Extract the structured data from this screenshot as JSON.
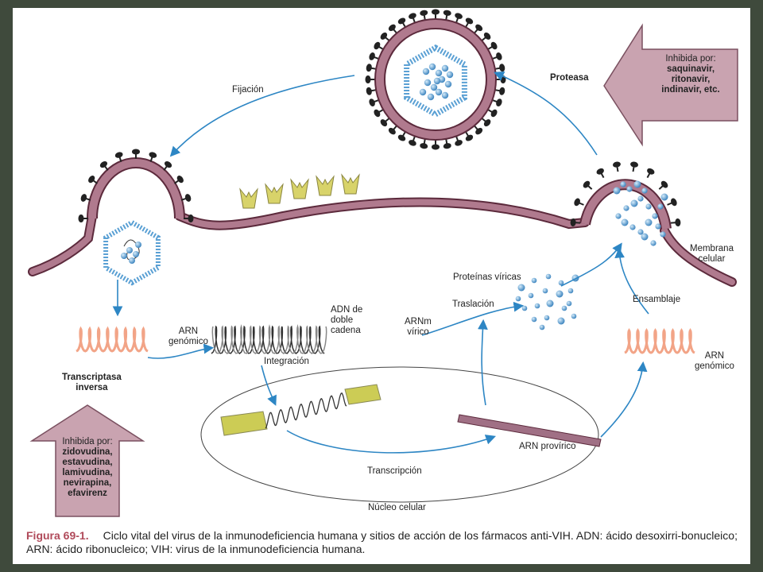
{
  "labels": {
    "fijacion": "Fijación",
    "proteasa": "Proteasa",
    "arn_genomico_left": "ARN\ngenómico",
    "adn_doble": "ADN de\ndoble\ncadena",
    "integracion": "Integración",
    "transcriptasa": "Transcriptasa\ninversa",
    "transcripcion": "Transcripción",
    "nucleo": "Núcleo celular",
    "arn_proviral": "ARN provírico",
    "arnm": "ARNm\nvírico",
    "traslacion": "Traslación",
    "proteinas": "Proteínas víricas",
    "ensamblaje": "Ensamblaje",
    "arn_genomico_right": "ARN\ngenómico",
    "membrana": "Membrana\ncelular"
  },
  "inhibitors": {
    "protease": {
      "title": "Inhibida por:",
      "drugs": "saquinavir,\nritonavir,\nindinavir, etc."
    },
    "rt": {
      "title": "Inhibida por:",
      "drugs": "zidovudina,\nestavudina,\nlamivudina,\nnevirapina,\nefavirenz"
    }
  },
  "caption": {
    "figure": "Figura 69-1.",
    "text": "Ciclo vital del virus de la inmunodeficiencia humana y sitios de acción de los fármacos anti-VIH. ADN: ácido desoxirri-bonucleico; ARN: ácido ribonucleico; VIH: virus de la inmunodeficiencia humana."
  },
  "colors": {
    "membrane": "#b07a8e",
    "membrane_dark": "#5c2a3c",
    "arrow": "#2d86c4",
    "capsid": "#5aa0d4",
    "receptor": "#d8d36a",
    "rna": "#f2a487",
    "inhibitor_box": "#c9a3b0"
  }
}
